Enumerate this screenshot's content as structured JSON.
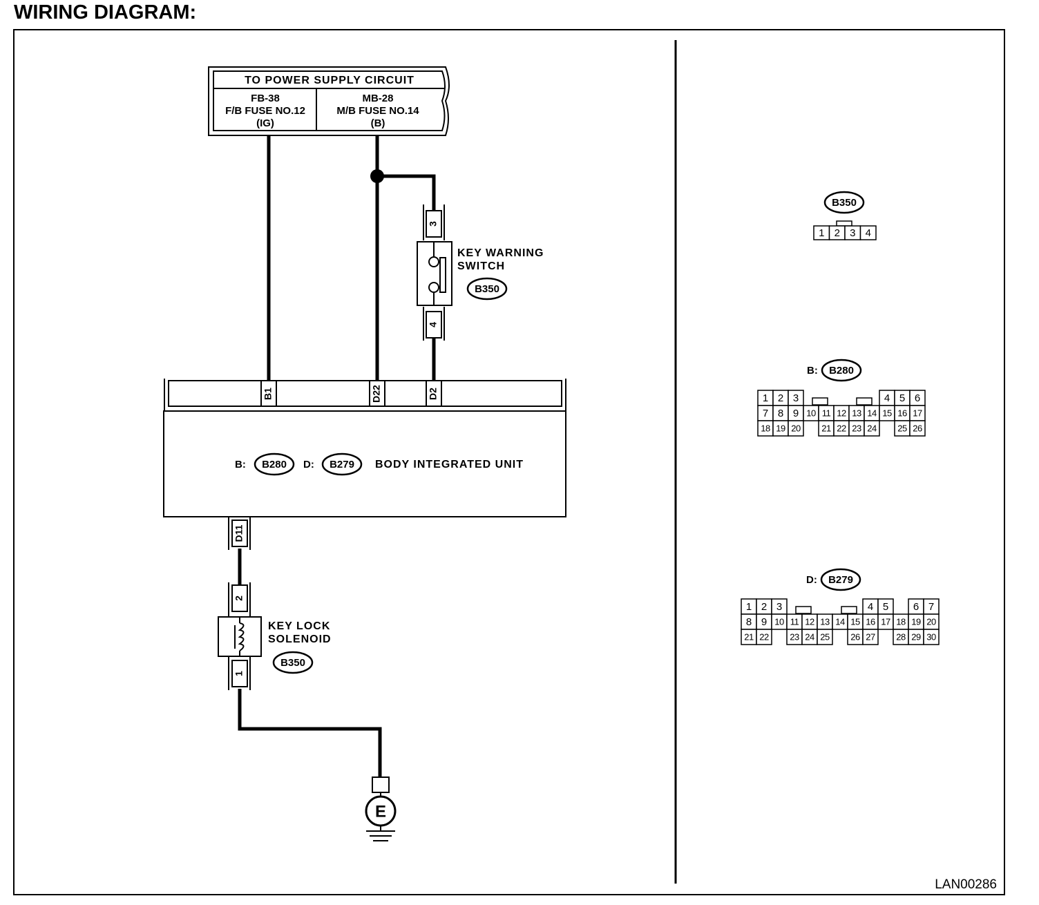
{
  "title": "WIRING DIAGRAM:",
  "power_supply": {
    "header": "TO POWER SUPPLY CIRCUIT",
    "fuse_left": {
      "line1": "FB-38",
      "line2": "F/B FUSE NO.12",
      "line3": "(IG)"
    },
    "fuse_right": {
      "line1": "MB-28",
      "line2": "M/B FUSE NO.14",
      "line3": "(B)"
    }
  },
  "key_warning_switch": {
    "name_line1": "KEY WARNING",
    "name_line2": "SWITCH",
    "connector": "B350",
    "pin_top": "3",
    "pin_bottom": "4"
  },
  "body_integrated_unit": {
    "name": "BODY INTEGRATED UNIT",
    "prefix_b": "B:",
    "connector_b": "B280",
    "prefix_d": "D:",
    "connector_d": "B279",
    "pins_top": [
      "B1",
      "D22",
      "D2"
    ],
    "pin_bottom": "D11"
  },
  "key_lock_solenoid": {
    "name_line1": "KEY LOCK",
    "name_line2": "SOLENOID",
    "connector": "B350",
    "pin_top": "2",
    "pin_bottom": "1"
  },
  "ground": {
    "label": "E"
  },
  "connector_views": {
    "b350": {
      "label": "B350",
      "pins": [
        "1",
        "2",
        "3",
        "4"
      ]
    },
    "b280": {
      "prefix": "B:",
      "label": "B280",
      "rows": [
        [
          "1",
          "2",
          "3",
          "",
          "",
          "",
          "",
          "",
          "4",
          "5",
          "6"
        ],
        [
          "7",
          "8",
          "9",
          "10",
          "11",
          "12",
          "13",
          "14",
          "15",
          "16",
          "17"
        ],
        [
          "18",
          "19",
          "20",
          "",
          "21",
          "22",
          "23",
          "24",
          "",
          "25",
          "26"
        ]
      ]
    },
    "b279": {
      "prefix": "D:",
      "label": "B279",
      "rows": [
        [
          "1",
          "2",
          "3",
          "",
          "",
          "",
          "",
          "",
          "4",
          "5",
          "",
          "6",
          "7"
        ],
        [
          "8",
          "9",
          "10",
          "11",
          "12",
          "13",
          "14",
          "15",
          "16",
          "17",
          "18",
          "19",
          "20"
        ],
        [
          "21",
          "22",
          "",
          "23",
          "24",
          "25",
          "",
          "26",
          "27",
          "",
          "28",
          "29",
          "30"
        ]
      ]
    }
  },
  "reference_code": "LAN00286"
}
